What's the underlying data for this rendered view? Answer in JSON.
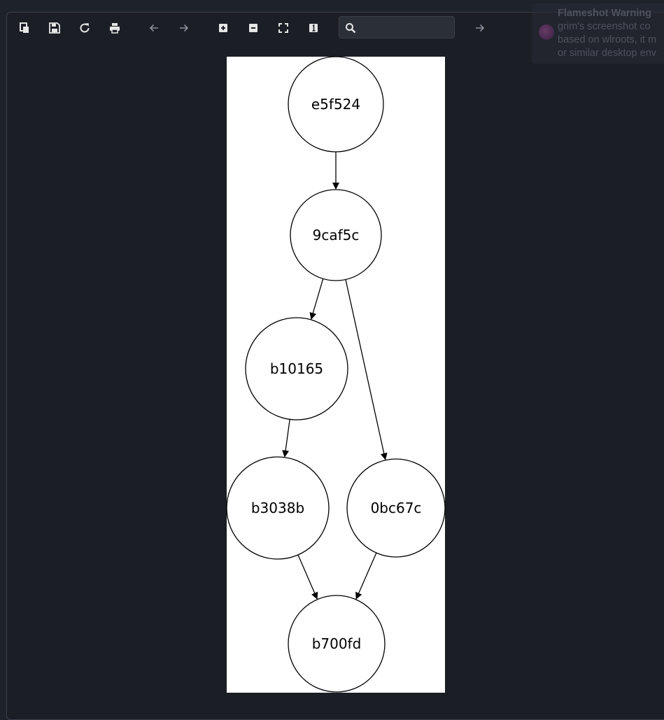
{
  "toolbar": {
    "search_placeholder": "",
    "search_value": ""
  },
  "notification": {
    "title": "Flameshot Warning",
    "lines": [
      "grim's screenshot co",
      "based on wlroots, it m",
      "or similar desktop env"
    ]
  },
  "graph": {
    "nodes": [
      {
        "id": "e5f524",
        "label": "e5f524"
      },
      {
        "id": "9caf5c",
        "label": "9caf5c"
      },
      {
        "id": "b10165",
        "label": "b10165"
      },
      {
        "id": "b3038b",
        "label": "b3038b"
      },
      {
        "id": "0bc67c",
        "label": "0bc67c"
      },
      {
        "id": "b700fd",
        "label": "b700fd"
      }
    ],
    "edges": [
      {
        "from": "e5f524",
        "to": "9caf5c"
      },
      {
        "from": "9caf5c",
        "to": "b10165"
      },
      {
        "from": "9caf5c",
        "to": "0bc67c"
      },
      {
        "from": "b10165",
        "to": "b3038b"
      },
      {
        "from": "b3038b",
        "to": "b700fd"
      },
      {
        "from": "0bc67c",
        "to": "b700fd"
      }
    ]
  },
  "colors": {
    "background": "#1e222a",
    "page": "#ffffff",
    "icon": "#e6e6e6",
    "icon_disabled": "#8a8f99"
  }
}
